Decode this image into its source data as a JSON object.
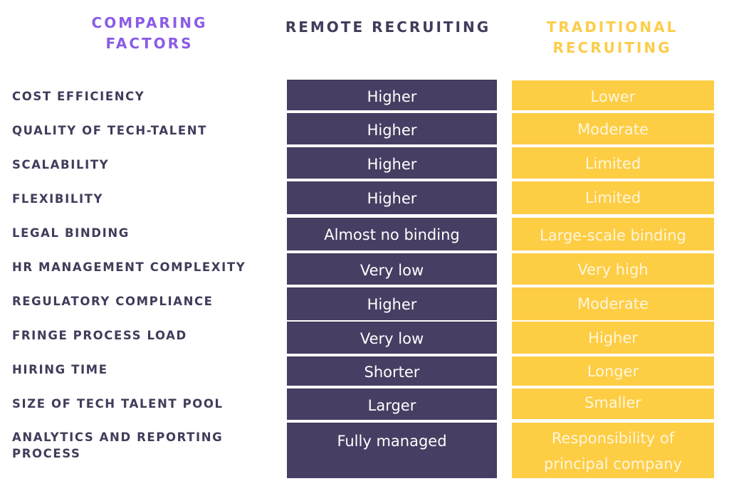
{
  "header": {
    "factors_title": "COMPARING FACTORS",
    "remote_title": "REMOTE RECRUITING",
    "traditional_title": "TRADITIONAL RECRUITING"
  },
  "colors": {
    "factors_header": "#8b5ce6",
    "remote_header": "#403c5a",
    "traditional_header": "#fccd4a",
    "remote_cell_bg": "#483d62",
    "traditional_cell_bg": "#fdcd44",
    "factor_text": "#403c5a"
  },
  "rows": [
    {
      "factor": "COST EFFICIENCY",
      "remote": "Higher",
      "traditional": "Lower"
    },
    {
      "factor": "QUALITY OF TECH-TALENT",
      "remote": "Higher",
      "traditional": "Moderate"
    },
    {
      "factor": "SCALABILITY",
      "remote": "Higher",
      "traditional": "Limited"
    },
    {
      "factor": "FLEXIBILITY",
      "remote": "Higher",
      "traditional": "Limited"
    },
    {
      "factor": "LEGAL BINDING",
      "remote": "Almost no binding",
      "traditional": "Large-scale binding"
    },
    {
      "factor": "HR MANAGEMENT COMPLEXITY",
      "remote": "Very low",
      "traditional": "Very high"
    },
    {
      "factor": "REGULATORY COMPLIANCE",
      "remote": "Higher",
      "traditional": "Moderate"
    },
    {
      "factor": "FRINGE PROCESS LOAD",
      "remote": "Very low",
      "traditional": "Higher"
    },
    {
      "factor": "HIRING TIME",
      "remote": "Shorter",
      "traditional": "Longer"
    },
    {
      "factor": "SIZE OF TECH TALENT POOL",
      "remote": "Larger",
      "traditional": "Smaller"
    },
    {
      "factor": "ANALYTICS AND REPORTING PROCESS",
      "remote": "Fully managed",
      "traditional": "Responsibility of principal company"
    }
  ]
}
